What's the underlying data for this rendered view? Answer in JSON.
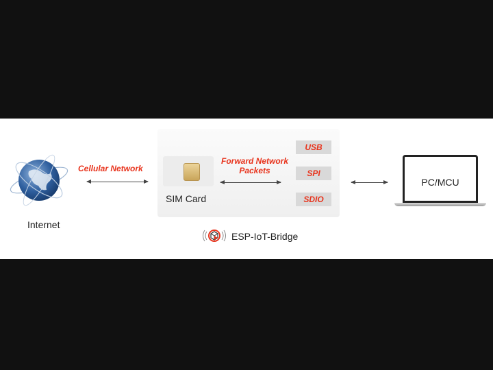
{
  "diagram": {
    "internet": {
      "label": "Internet",
      "icon": "globe-icon"
    },
    "cellular_link": {
      "label": "Cellular Network"
    },
    "bridge": {
      "sim_card": {
        "label": "SIM Card",
        "icon": "sim-card-icon"
      },
      "forward_link": {
        "line1": "Forward Network",
        "line2": "Packets"
      },
      "interfaces": [
        "USB",
        "SPI",
        "SDIO"
      ],
      "name": "ESP-IoT-Bridge",
      "logo_icon": "esp-logo-icon"
    },
    "host": {
      "label": "PC/MCU",
      "icon": "laptop-icon"
    },
    "colors": {
      "accent": "#e8331c",
      "panel": "#f3f3f3",
      "interface_bg": "#d9d9d9"
    }
  }
}
